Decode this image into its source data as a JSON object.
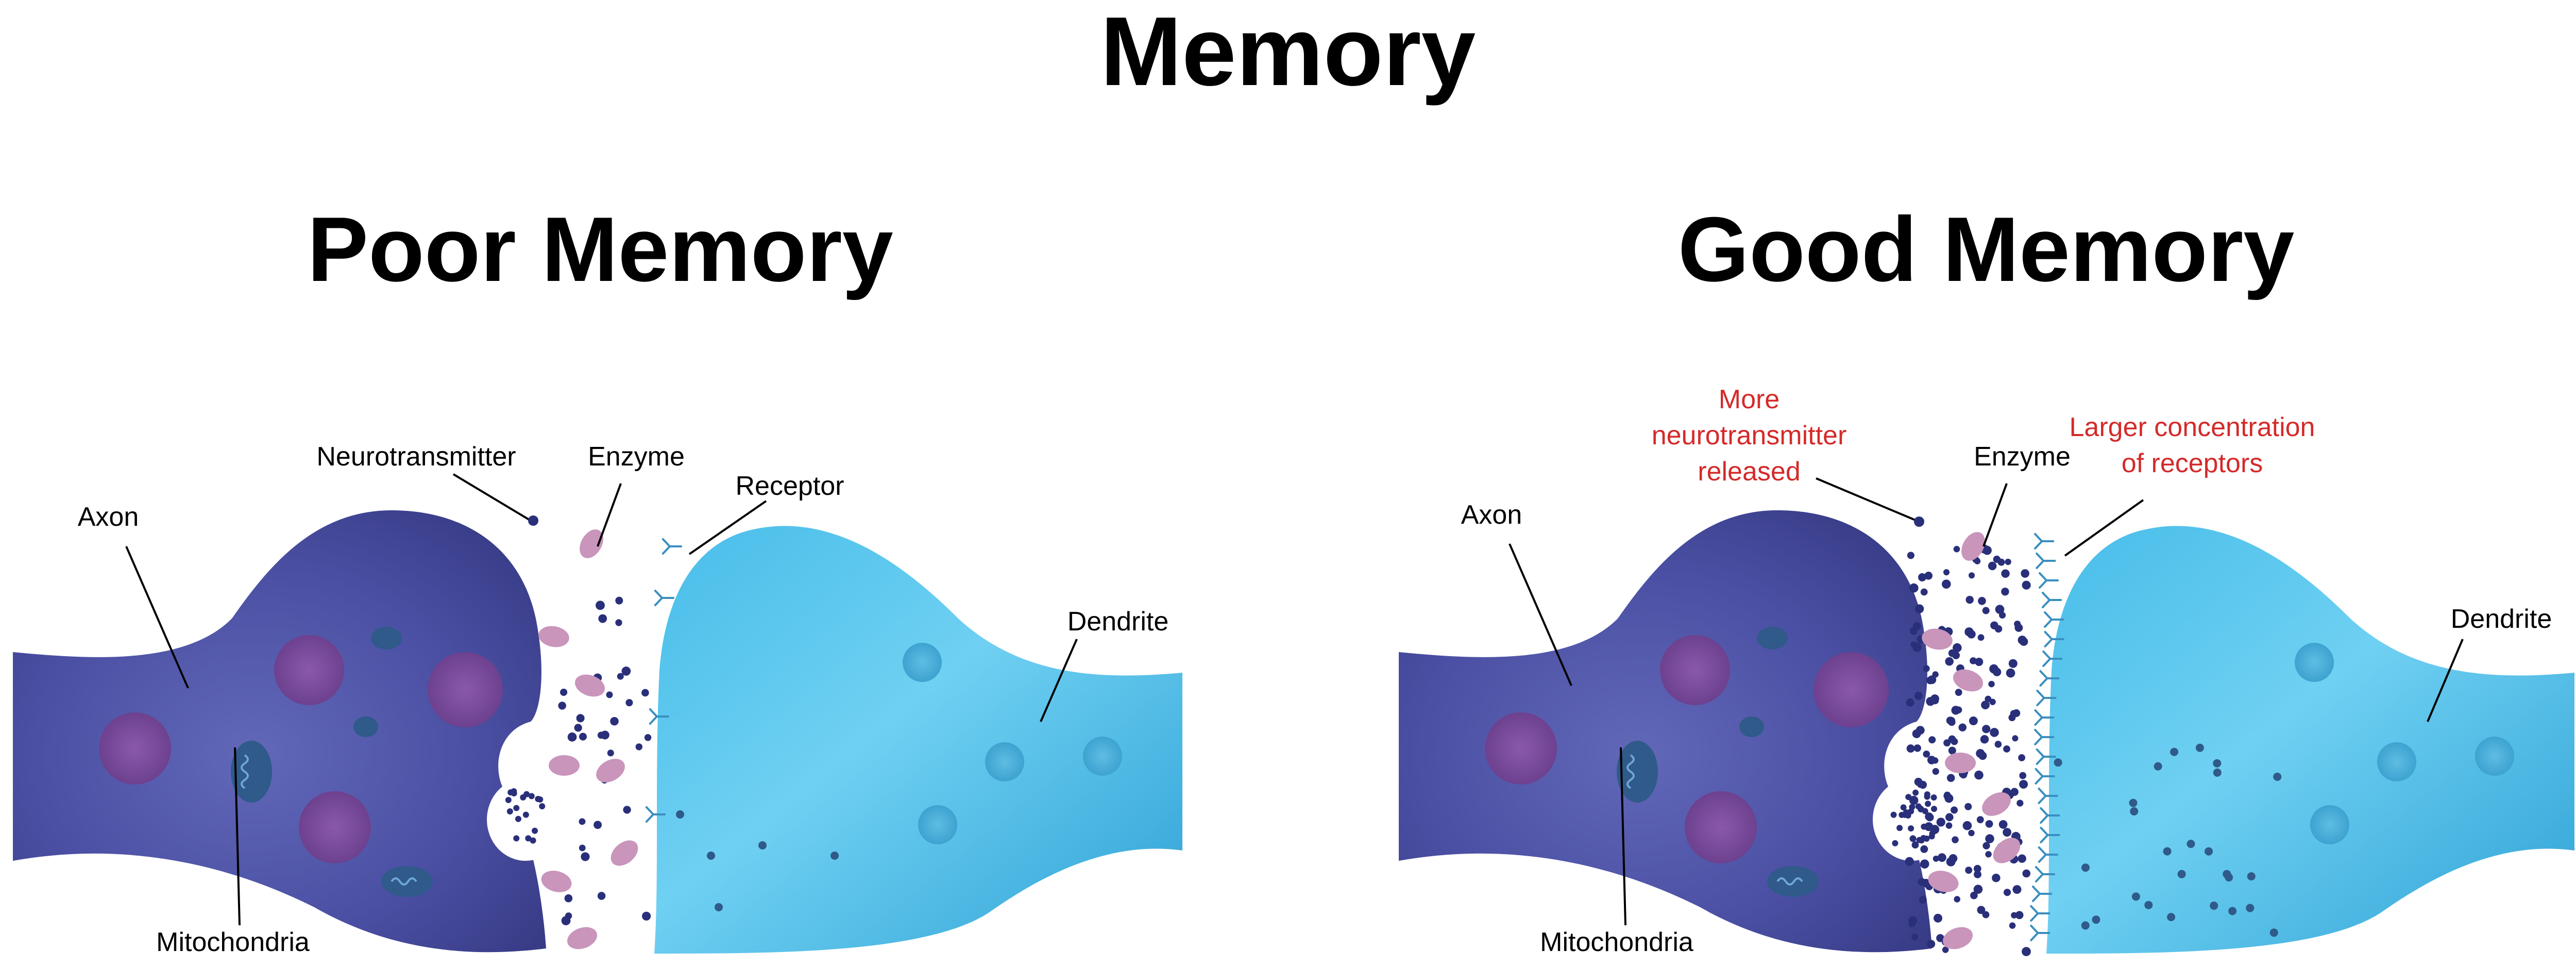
{
  "title": "Memory",
  "panels": [
    {
      "heading": "Poor Memory",
      "labels": {
        "axon": "Axon",
        "mitochondria": "Mitochondria",
        "neurotransmitter": "Neurotransmitter",
        "enzyme": "Enzyme",
        "receptor": "Receptor",
        "dendrite": "Dendrite"
      }
    },
    {
      "heading": "Good Memory",
      "labels": {
        "axon": "Axon",
        "mitochondria": "Mitochondria",
        "neurotransmitter_line1": "More",
        "neurotransmitter_line2": "neurotransmitter",
        "neurotransmitter_line3": "released",
        "enzyme": "Enzyme",
        "receptor_line1": "Larger concentration",
        "receptor_line2": "of receptors",
        "dendrite": "Dendrite"
      }
    }
  ],
  "colors": {
    "axon": "#4a4fa3",
    "dendrite": "#3fb3e2",
    "vesicle": "#7a4a9a",
    "mitochondria": "#2f5a8a",
    "neurotransmitter": "#2a2f7a",
    "enzyme": "#c995bb",
    "receptor": "#3a8fc0",
    "highlight_text": "#d42a2a"
  }
}
